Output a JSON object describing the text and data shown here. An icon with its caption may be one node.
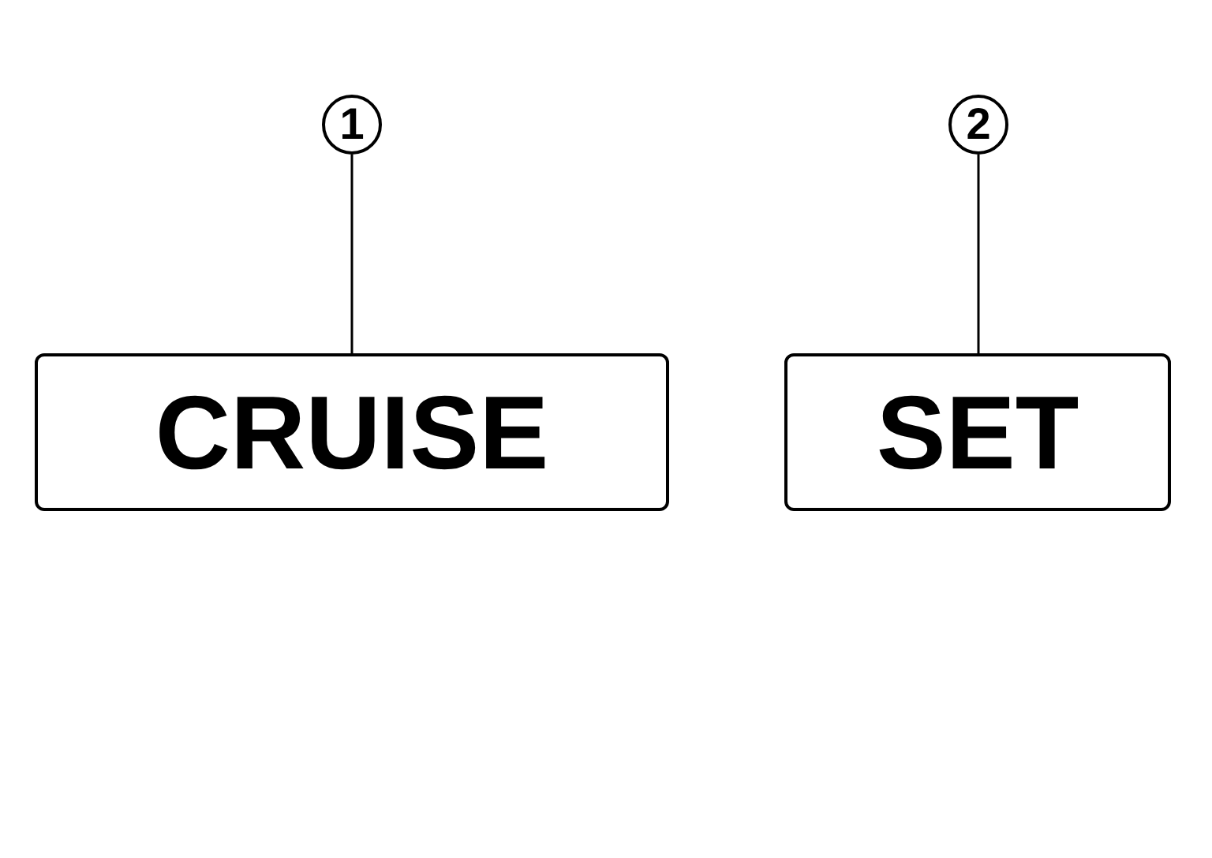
{
  "diagram": {
    "nodes": [
      {
        "text": [
          "1"
        ]
      },
      {
        "text": [
          "CRUISE"
        ]
      },
      {
        "text": [
          "2"
        ]
      },
      {
        "text": [
          "SET"
        ]
      }
    ],
    "edges": [
      {
        "from": 0,
        "to": 1,
        "arrow": "none"
      },
      {
        "from": 2,
        "to": 3,
        "arrow": "none"
      }
    ]
  }
}
